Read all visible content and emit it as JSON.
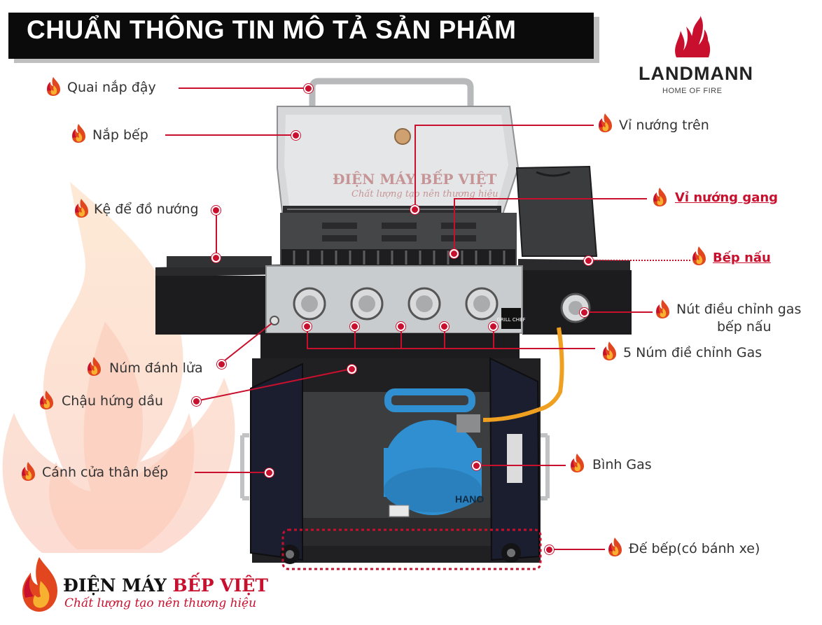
{
  "header": {
    "title": "CHUẨN THÔNG TIN MÔ TẢ SẢN PHẨM"
  },
  "brand": {
    "name": "LANDMANN",
    "tagline": "HOME OF FIRE"
  },
  "watermark": {
    "name": "ĐIỆN MÁY BẾP VIỆT",
    "slogan": "Chất lượng tạo nên thương hiệu"
  },
  "logo": {
    "part1": "ĐIỆN MÁY ",
    "part2": "BẾP VIỆT",
    "slogan": "Chất lượng tạo nên thương hiệu"
  },
  "product": {
    "panel_badge": "GRILL CHEF",
    "tank_text": "HANO"
  },
  "labels": {
    "lid_handle": "Quai nắp đậy",
    "lid": "Nắp bếp",
    "side_shelf": "Kệ để đồ nướng",
    "igniter": "Núm đánh lửa",
    "drip_tray": "Chậu hứng dầu",
    "cabinet_door": "Cánh cửa thân bếp",
    "upper_grill": "Vỉ nướng trên",
    "cast_iron_grill": "Vỉ nướng gang",
    "side_burner": "Bếp nấu",
    "side_burner_knob_line1": "Nút điều chỉnh gas",
    "side_burner_knob_line2": "bếp nấu",
    "gas_knobs": "5 Núm điề chỉnh Gas",
    "gas_tank": "Bình Gas",
    "base": "Đế bếp(có bánh xe)"
  },
  "colors": {
    "accent": "#c8102e",
    "banner": "#0b0b0b",
    "grill_body": "#1c1c1e",
    "steel": "#c9ccce",
    "tank": "#2f8fd0",
    "hose": "#f0a020"
  }
}
